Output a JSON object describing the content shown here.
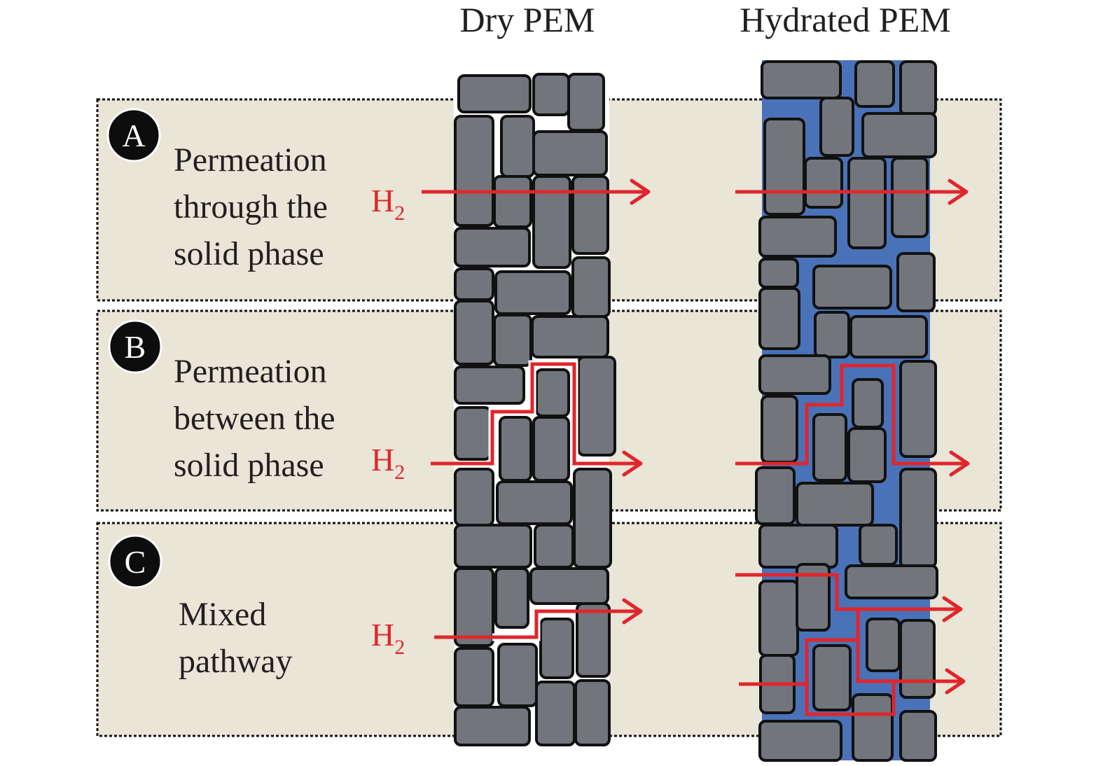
{
  "columns": [
    {
      "id": "dry",
      "title": "Dry PEM"
    },
    {
      "id": "hydrated",
      "title": "Hydrated PEM"
    }
  ],
  "rows": [
    {
      "badge": "A",
      "description_lines": [
        "Permeation",
        "through the",
        "solid phase"
      ],
      "gas": "H",
      "gas_subscript": "2"
    },
    {
      "badge": "B",
      "description_lines": [
        "Permeation",
        "between the",
        "solid phase"
      ],
      "gas": "H",
      "gas_subscript": "2"
    },
    {
      "badge": "C",
      "description_lines": [
        "Mixed",
        "pathway"
      ],
      "gas": "H",
      "gas_subscript": "2"
    }
  ],
  "colors": {
    "panel_background": "#e9e5d7",
    "brick_fill": "#72757c",
    "brick_border": "#111111",
    "water": "#4a72b8",
    "pathway": "#e0262b",
    "badge": "#0d0d0d"
  }
}
